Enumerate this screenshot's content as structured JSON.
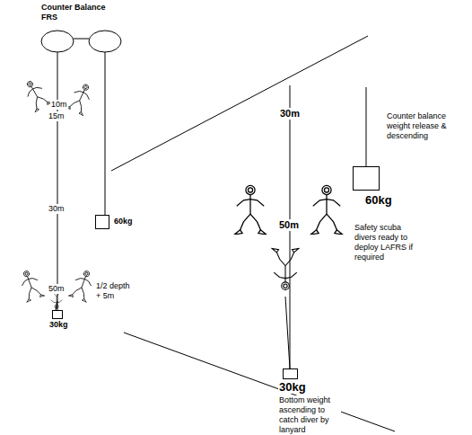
{
  "diagram": {
    "nodes": [
      {
        "text": [
          "60kg"
        ]
      },
      {
        "text": [
          "30kg"
        ]
      },
      {
        "text": [
          "60kg"
        ]
      },
      {
        "text": [
          "30kg"
        ]
      }
    ],
    "labels": [
      "Counter Balance FRS",
      "10m",
      "15m",
      "30m",
      "50m",
      "1/2 depth + 5m",
      "30m",
      "50m",
      "Counter balance weight release & descending",
      "Safety scuba divers ready to deploy LAFRS if required",
      "Bottom weight ascending to catch diver by lanyard"
    ]
  }
}
